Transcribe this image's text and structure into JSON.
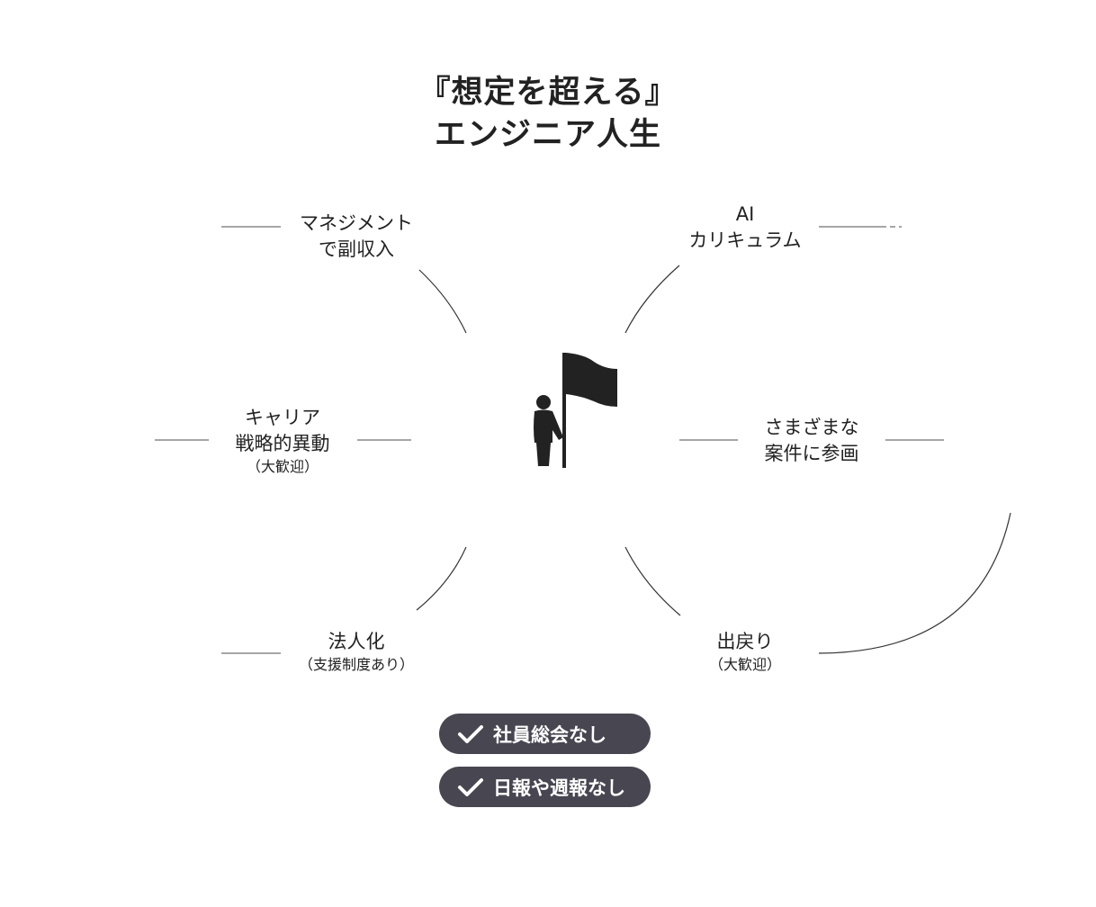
{
  "title": {
    "line1": "『想定を超える』",
    "line2": "エンジニア人生"
  },
  "center_icon": "person-with-flag-icon",
  "nodes": [
    {
      "id": "management",
      "lines": [
        "マネジメント",
        "で副収入"
      ],
      "sub": ""
    },
    {
      "id": "ai",
      "lines": [
        "AI",
        "カリキュラム"
      ],
      "sub": ""
    },
    {
      "id": "career",
      "lines": [
        "キャリア",
        "戦略的異動"
      ],
      "sub": "（大歓迎）"
    },
    {
      "id": "projects",
      "lines": [
        "さまざまな",
        "案件に参画"
      ],
      "sub": ""
    },
    {
      "id": "incorporate",
      "lines": [
        "法人化"
      ],
      "sub": "（支援制度あり）"
    },
    {
      "id": "return",
      "lines": [
        "出戻り"
      ],
      "sub": "（大歓迎）"
    }
  ],
  "badges": [
    {
      "icon": "check-icon",
      "label": "社員総会なし"
    },
    {
      "icon": "check-icon",
      "label": "日報や週報なし"
    }
  ],
  "colors": {
    "text": "#222222",
    "badge_bg": "#474651",
    "badge_text": "#ffffff",
    "line": "#888888",
    "arc": "#333333"
  }
}
